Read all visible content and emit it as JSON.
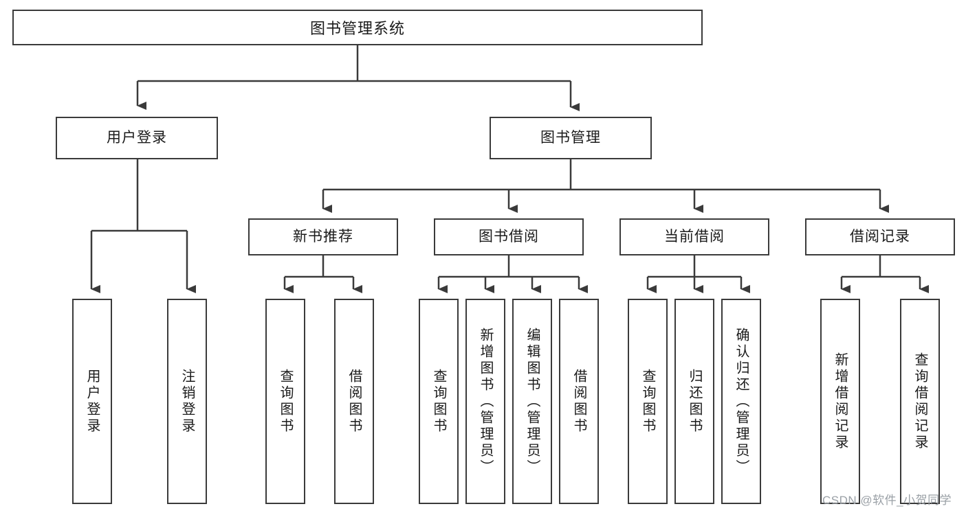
{
  "diagram": {
    "title": "图书管理系统",
    "type": "hierarchy-tree",
    "colors": {
      "box_border": "#3a3a3a",
      "box_fill": "#ffffff",
      "edge": "#3a3a3a",
      "text": "#1a1a1a",
      "watermark": "#9aa0a6"
    },
    "levels": {
      "root": {
        "label": "图书管理系统"
      },
      "modules": [
        {
          "label": "用户登录"
        },
        {
          "label": "图书管理"
        }
      ],
      "submodules": [
        {
          "label": "新书推荐"
        },
        {
          "label": "图书借阅"
        },
        {
          "label": "当前借阅"
        },
        {
          "label": "借阅记录"
        }
      ],
      "leaves": [
        {
          "label": "用户登录"
        },
        {
          "label": "注销登录"
        },
        {
          "label": "查询图书"
        },
        {
          "label": "借阅图书"
        },
        {
          "label": "查询图书"
        },
        {
          "label": "新增图书（管理员）"
        },
        {
          "label": "编辑图书（管理员）"
        },
        {
          "label": "借阅图书"
        },
        {
          "label": "查询图书"
        },
        {
          "label": "归还图书"
        },
        {
          "label": "确认归还（管理员）"
        },
        {
          "label": "新增借阅记录"
        },
        {
          "label": "查询借阅记录"
        }
      ]
    },
    "watermark": "CSDN @软件_小贺同学"
  }
}
